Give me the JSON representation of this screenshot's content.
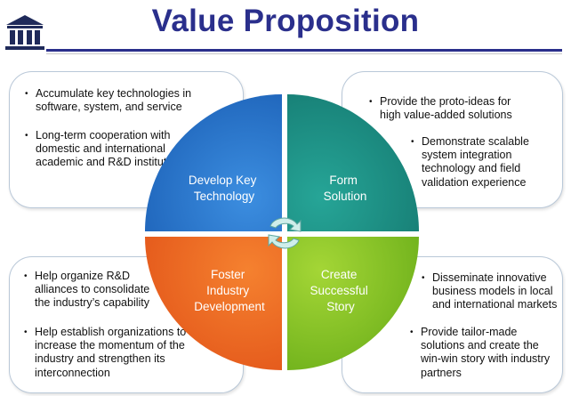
{
  "title": "Value Proposition",
  "quadrants": {
    "top_left": "Develop Key Technology",
    "top_right": "Form Solution",
    "bottom_left": "Foster Industry Development",
    "bottom_right": "Create Successful Story"
  },
  "colors": {
    "title": "#2a2f8c",
    "top_left": "#2a74c8",
    "top_right": "#1e8f85",
    "bottom_left": "#ef6a1f",
    "bottom_right": "#7cbf1e"
  },
  "icons": [
    "building-columns-icon",
    "cycle-arrows-icon"
  ],
  "boxes": {
    "top_left": [
      "Accumulate key technologies in software, system, and service",
      "Long-term cooperation with domestic and international academic and R&D institutes"
    ],
    "top_right": [
      "Provide the proto-ideas for high value-added solutions",
      "Demonstrate scalable system integration technology and field validation experience"
    ],
    "bottom_left": [
      "Help organize R&D alliances to consolidate the industry’s capability",
      "Help establish organizations to increase the momentum of the industry and strengthen its interconnection"
    ],
    "bottom_right": [
      "Disseminate innovative business models in local and international markets",
      "Provide tailor-made solutions and create the win-win story with industry partners"
    ]
  }
}
